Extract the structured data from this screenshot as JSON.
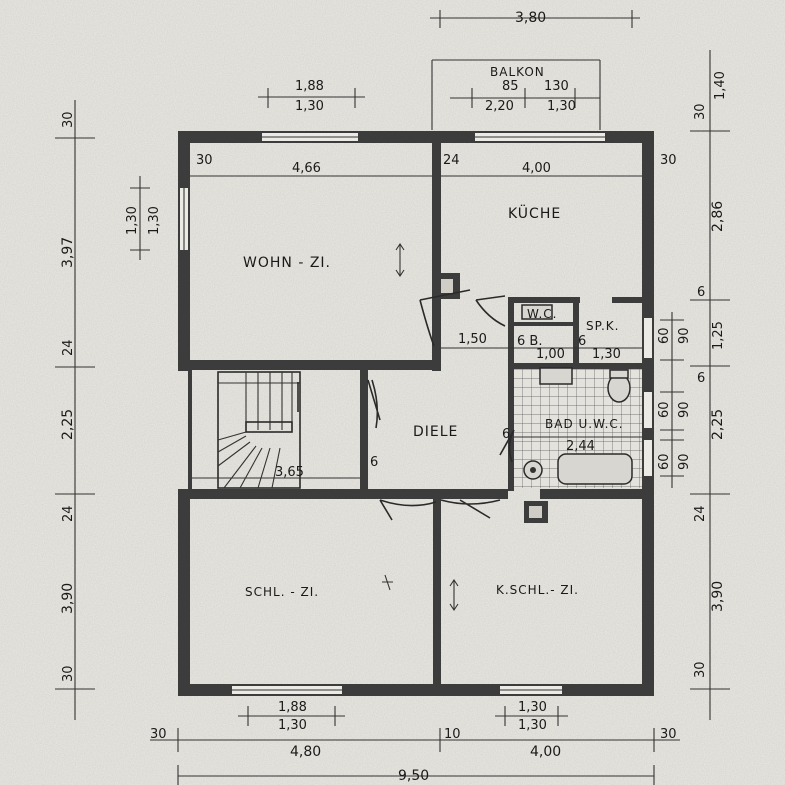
{
  "rooms": {
    "wohn": "WOHN - ZI.",
    "kueche": "KÜCHE",
    "wc": "W.C.",
    "spk": "SP.K.",
    "diele": "DIELE",
    "bad": "BAD U.W.C.",
    "schl": "SCHL. - ZI.",
    "kschl": "K.SCHL.- ZI.",
    "balkon": "BALKON"
  },
  "dims": {
    "top_380": "3,80",
    "balkon_85": "85",
    "balkon_130a": "130",
    "balkon_220": "2,20",
    "balkon_130b": "1,30",
    "win_188": "1,88",
    "win_130": "1,30",
    "wohn_width": "4,66",
    "kueche_width": "4,00",
    "wall_30a": "30",
    "wall_24": "24",
    "wall_30b": "30",
    "v_130a": "1,30",
    "v_130b": "1,30",
    "wc_150": "1,50",
    "b_6": "6 B.",
    "wc_100": "1,00",
    "sp_6": "6",
    "spk_130": "1,30",
    "bad_244": "2,44",
    "diele_6a": "6",
    "stair_365": "3,65",
    "diele_6b": "6",
    "left_30a": "30",
    "left_397": "3,97",
    "left_24a": "24",
    "left_225": "2,25",
    "left_24b": "24",
    "left_390": "3,90",
    "left_30b": "30",
    "right_140": "1,40",
    "right_30a": "30",
    "right_286": "2,86",
    "right_6a": "6",
    "right_60a": "60",
    "right_90a": "90",
    "right_125": "1,25",
    "right_6b": "6",
    "right_60b": "60",
    "right_90b": "90",
    "right_225": "2,25",
    "right_60c": "60",
    "right_90c": "90",
    "right_24": "24",
    "right_390": "3,90",
    "right_30b": "30",
    "bot_188": "1,88",
    "bot_130a": "1,30",
    "bot_130b": "1,30",
    "bot_130c": "1,30",
    "bot_30a": "30",
    "bot_480": "4,80",
    "bot_10": "10",
    "bot_400": "4,00",
    "bot_30b": "30",
    "bot_950": "9,50"
  }
}
